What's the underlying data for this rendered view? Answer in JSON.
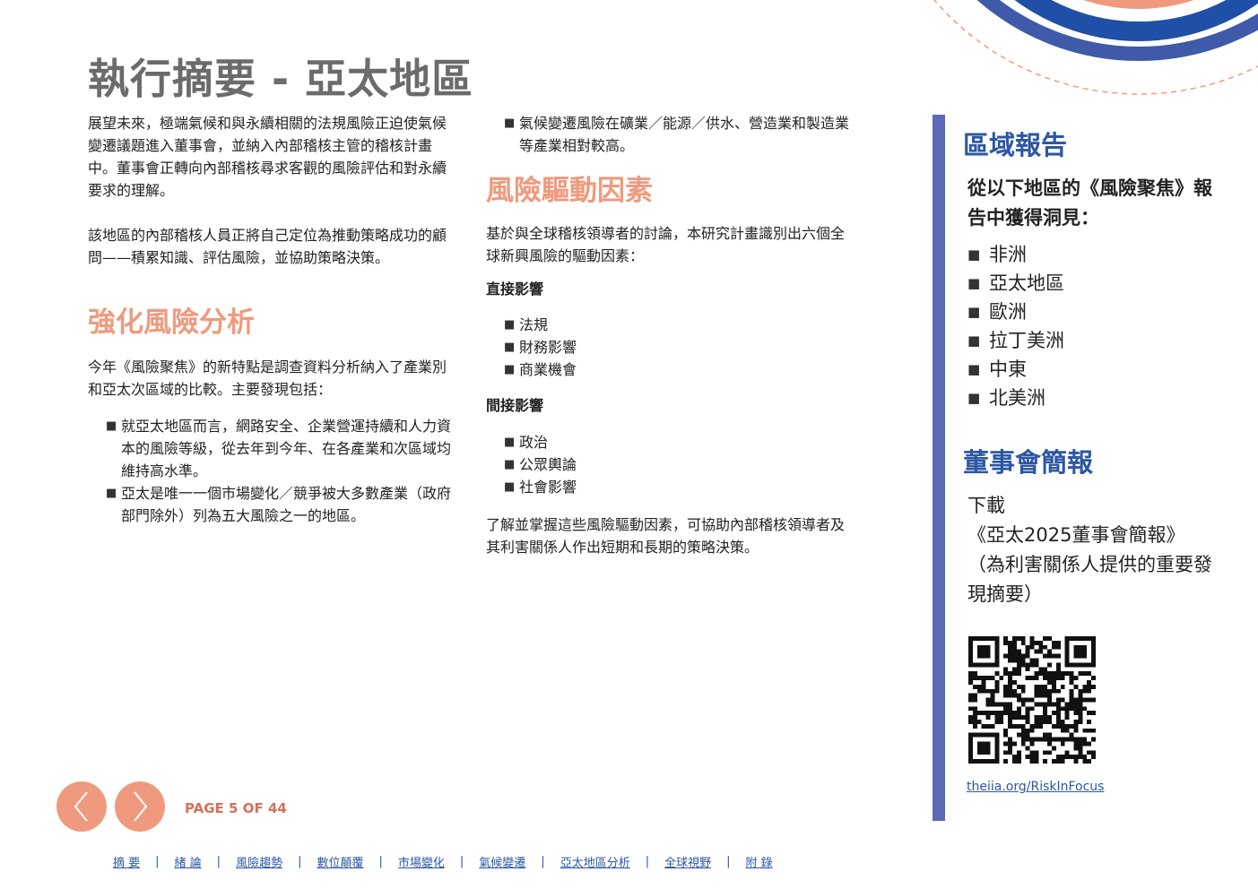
{
  "page_title": "執行摘要 - 亞太地區",
  "col1": {
    "p1": "展望未來，極端氣候和與永續相關的法規風險正迫使氣候變遷議題進入董事會，並納入內部稽核主管的稽核計畫中。董事會正轉向內部稽核尋求客觀的風險評估和對永續要求的理解。",
    "p2": "該地區的內部稽核人員正將自己定位為推動策略成功的顧問——積累知識、評估風險，並協助策略決策。",
    "h1": "強化風險分析",
    "p3": "今年《風險聚焦》的新特點是調查資料分析納入了產業別和亞太次區域的比較。主要發現包括：",
    "bullets": [
      "就亞太地區而言，網路安全、企業營運持續和人力資本的風險等級，從去年到今年、在各產業和次區域均維持高水準。",
      "亞太是唯一一個市場變化／競爭被大多數產業（政府部門除外）列為五大風險之一的地區。"
    ]
  },
  "col2": {
    "bullet_top": "氣候變遷風險在礦業／能源／供水、營造業和製造業等產業相對較高。",
    "h1": "風險驅動因素",
    "p1": "基於與全球稽核領導者的討論，本研究計畫識別出六個全球新興風險的驅動因素：",
    "direct_title": "直接影響",
    "direct_items": [
      "法規",
      "財務影響",
      "商業機會"
    ],
    "indirect_title": "間接影響",
    "indirect_items": [
      "政治",
      "公眾輿論",
      "社會影響"
    ],
    "p2": "了解並掌握這些風險驅動因素，可協助內部稽核領導者及其利害關係人作出短期和長期的策略決策。"
  },
  "sidebar": {
    "h1": "區域報告",
    "intro": "從以下地區的《風險聚焦》報告中獲得洞見：",
    "regions": [
      "非洲",
      "亞太地區",
      "歐洲",
      "拉丁美洲",
      "中東",
      "北美洲"
    ],
    "h2": "董事會簡報",
    "download_line1": "下載",
    "download_line2": "《亞太2025董事會簡報》",
    "download_line3": "（為利害關係人提供的重要發現摘要）",
    "link": "theiia.org/RiskInFocus"
  },
  "pager": {
    "page_label": "PAGE",
    "page_num": "5",
    "of_label": "OF",
    "total": "44"
  },
  "bottom_nav": [
    "摘 要",
    "緒 論",
    "風險趨勢",
    "數位顛覆",
    "市場變化",
    "氣候變遷",
    "亞太地區分析",
    "全球視野",
    "附 錄"
  ],
  "colors": {
    "orange": "#ef9a7e",
    "blue": "#2c57a3",
    "bar": "#5b69b7",
    "title_gray": "#6b6b6b"
  }
}
